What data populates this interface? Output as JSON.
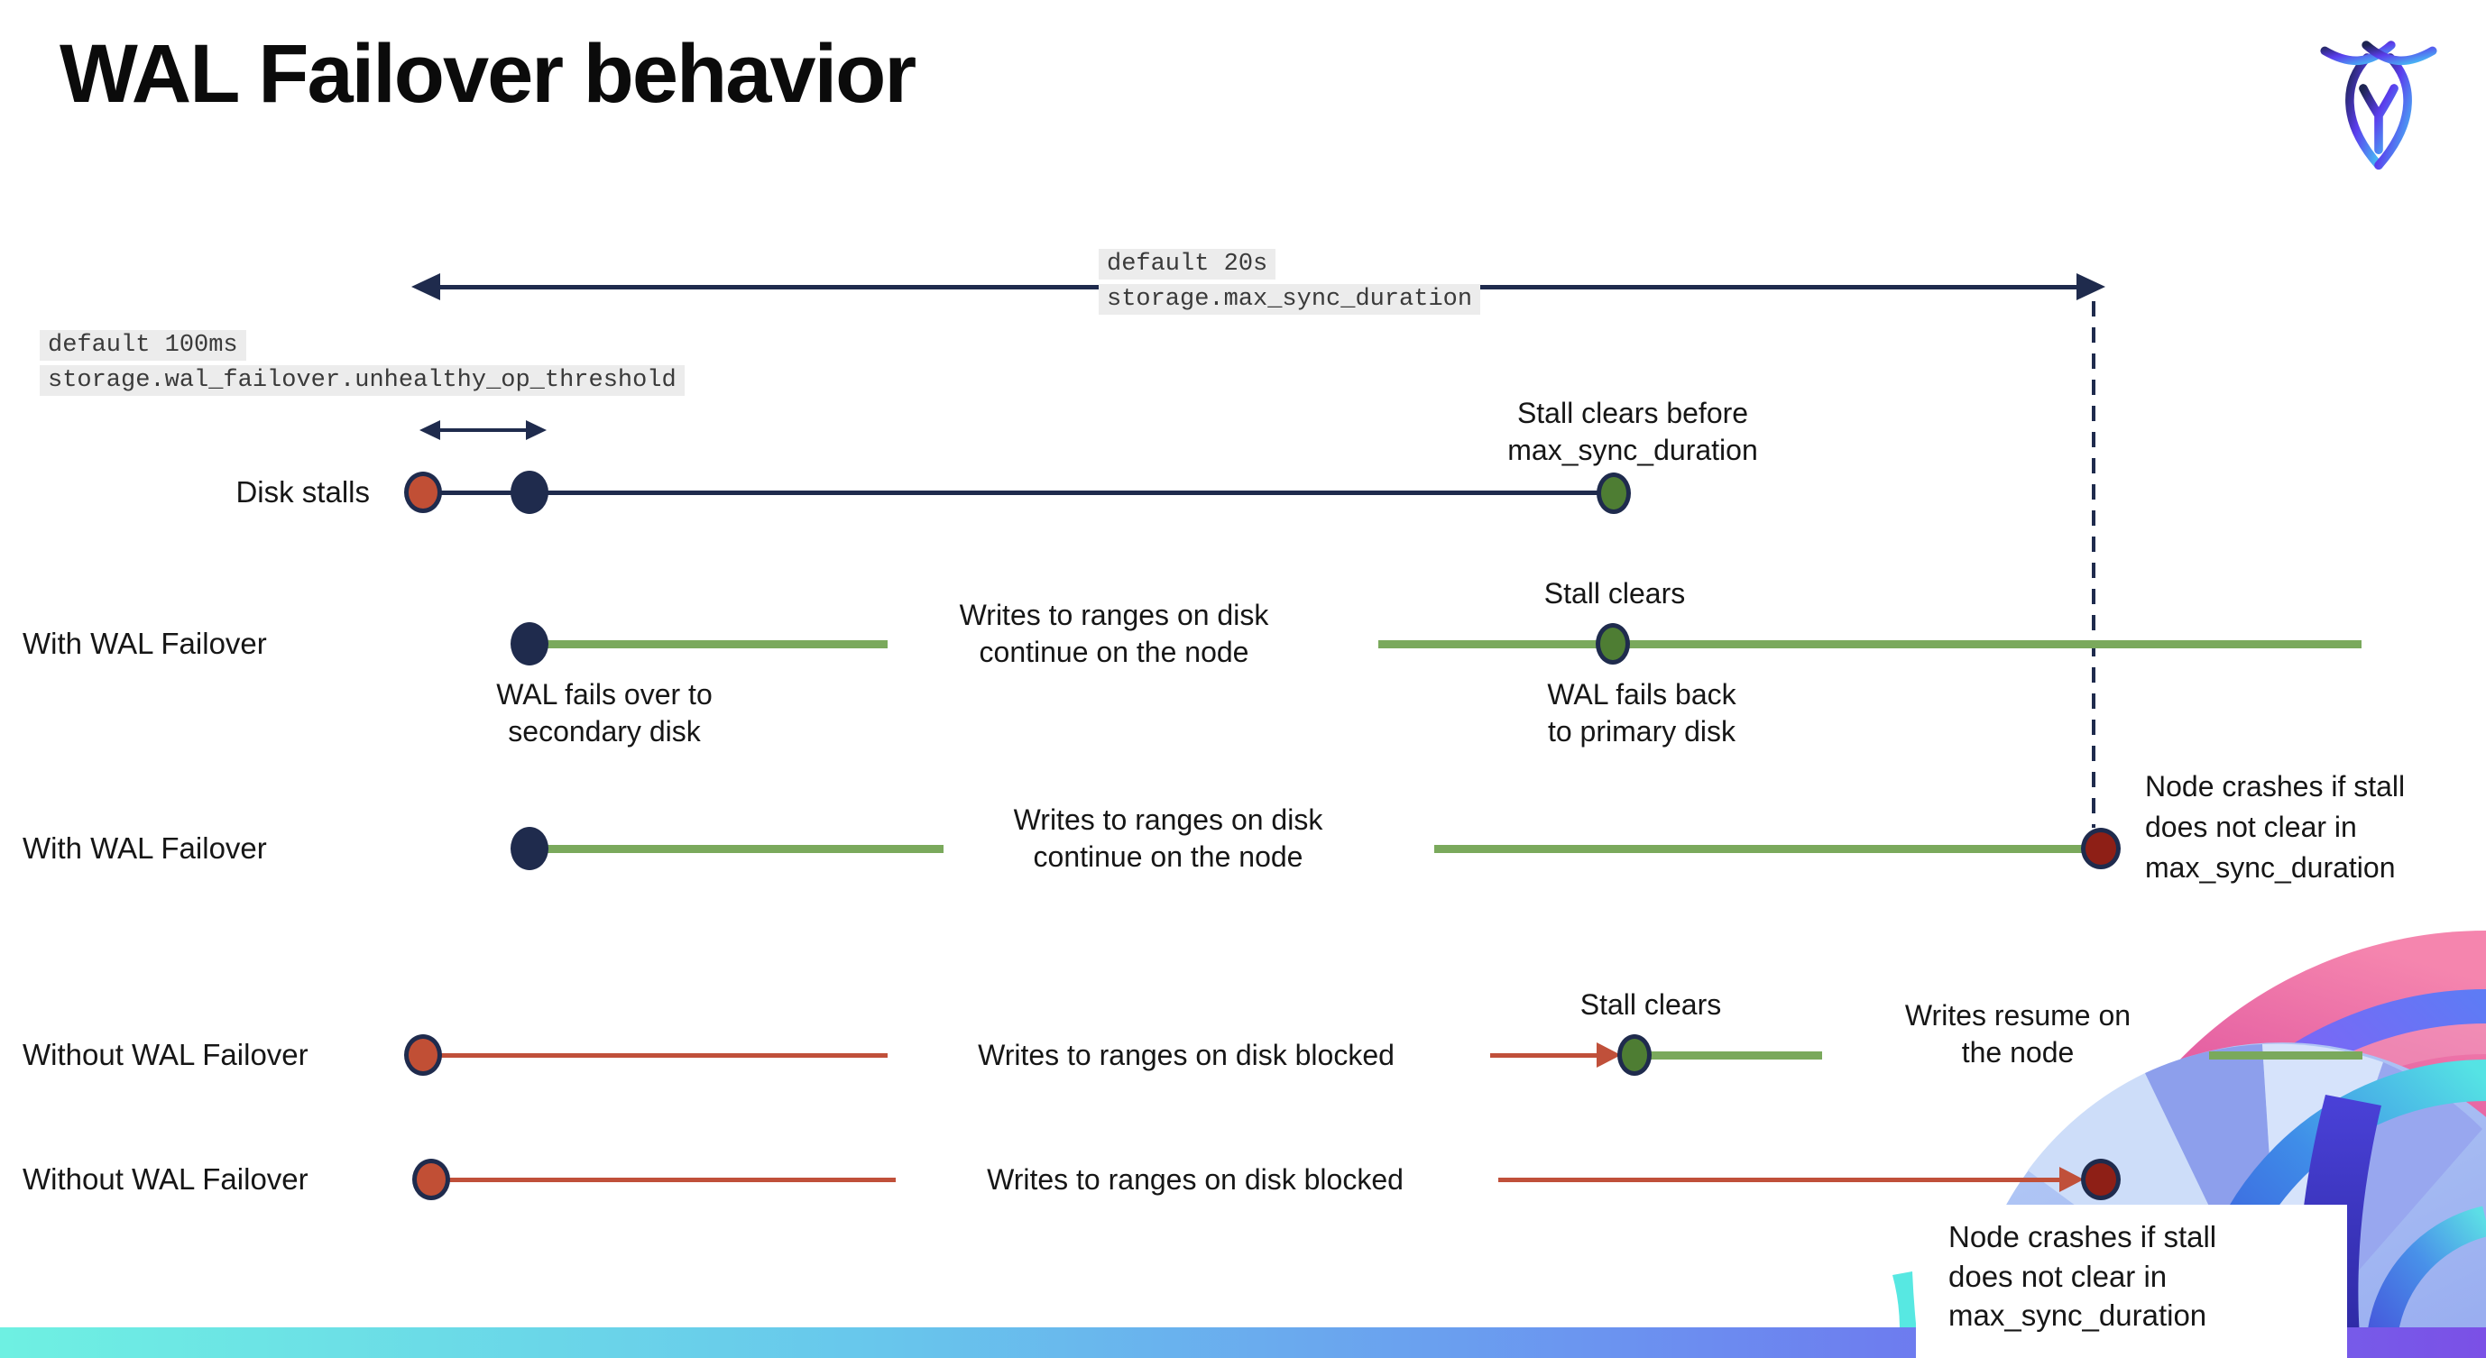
{
  "slide": {
    "title": "WAL Failover behavior"
  },
  "settings": {
    "max_sync_duration": {
      "default": "default 20s",
      "setting": "storage.max_sync_duration"
    },
    "unhealthy_op_threshold": {
      "default": "default 100ms",
      "setting": "storage.wal_failover.unhealthy_op_threshold"
    }
  },
  "rows": {
    "disk_stalls": {
      "label": "Disk stalls",
      "stall_clears": "Stall clears before\nmax_sync_duration"
    },
    "with_wal_failover_1": {
      "label": "With WAL Failover",
      "writes": "Writes to ranges on disk\ncontinue on the node",
      "failover": "WAL fails over to\nsecondary disk",
      "stall_clears": "Stall clears",
      "failback": "WAL fails  back\nto primary disk"
    },
    "with_wal_failover_2": {
      "label": "With WAL Failover",
      "writes": "Writes to ranges on disk\ncontinue on the node",
      "crash": "Node crashes if stall\ndoes not clear in\nmax_sync_duration"
    },
    "without_wal_failover_1": {
      "label": "Without WAL Failover",
      "blocked": "Writes to ranges on disk  blocked",
      "stall_clears": "Stall clears",
      "resume": "Writes resume on\nthe node"
    },
    "without_wal_failover_2": {
      "label": "Without WAL Failover",
      "blocked": "Writes to ranges on disk  blocked",
      "crash": "Node crashes if stall\ndoes not clear in\nmax_sync_duration"
    }
  },
  "colors": {
    "navy": "#1f2b4d",
    "stall_red": "#c14f35",
    "red_line": "#c0503a",
    "green_line": "#7aa95c",
    "green_dot": "#4e7d33",
    "crash_maroon": "#8e1f16",
    "code_background": "#ececec",
    "footer_gradient": [
      "#6ef0e2",
      "#68c7ec",
      "#6b93f0",
      "#7b50e6"
    ]
  }
}
